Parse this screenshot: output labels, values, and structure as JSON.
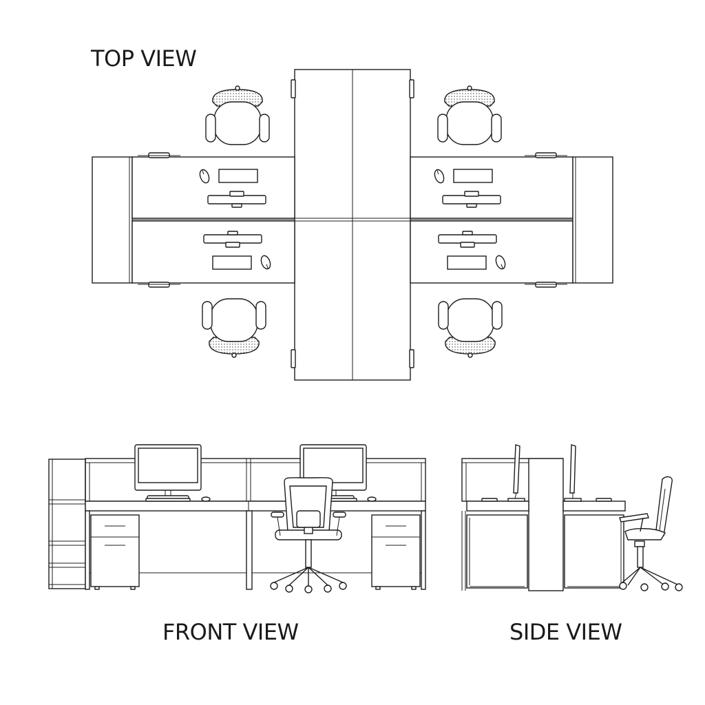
{
  "labels": {
    "top_view": "TOP VIEW",
    "front_view": "FRONT VIEW",
    "side_view": "SIDE VIEW"
  },
  "colors": {
    "line": "#1c1c1c",
    "background": "#ffffff"
  }
}
